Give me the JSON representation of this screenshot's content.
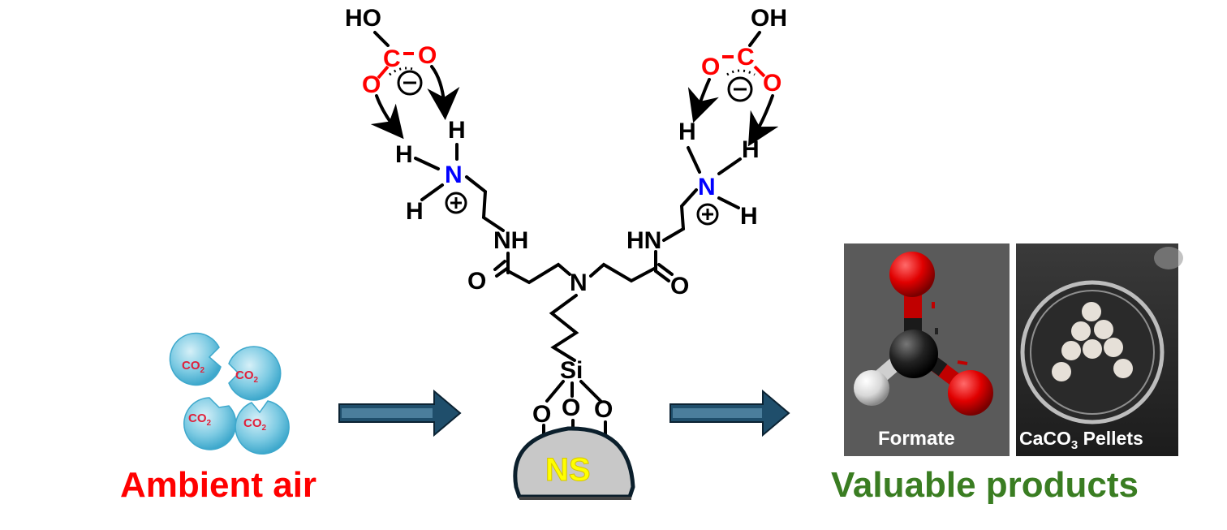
{
  "left_panel": {
    "bubble_label": "CO",
    "bubble_subscript": "2",
    "caption": "Ambient air",
    "caption_color": "#ff0000"
  },
  "right_panel": {
    "photo_left_label": "Formate",
    "photo_right_label_main": "CaCO",
    "photo_right_label_sub": "3",
    "photo_right_label_tail": " Pellets",
    "caption": "Valuable products",
    "caption_color": "#3a7d22"
  },
  "structure": {
    "support_label": "NS",
    "support_label_color": "#ffff00",
    "silicon": "Si",
    "oxygen": "O",
    "nitrogen": "N",
    "hydrogen": "H",
    "carbon": "C",
    "hydroxyl": "HO",
    "hydroxyl_right": "OH",
    "amide_nh_left": "NH",
    "amide_nh_right": "HN",
    "plus": "+",
    "minus": "−",
    "nitrogen_color": "#0000ff",
    "carbonate_color": "#ff0000"
  },
  "colors": {
    "bubble_fill": "#7ecbe3",
    "arrow_fill": "#1f4e6b",
    "support_fill": "#c8c8c8"
  }
}
